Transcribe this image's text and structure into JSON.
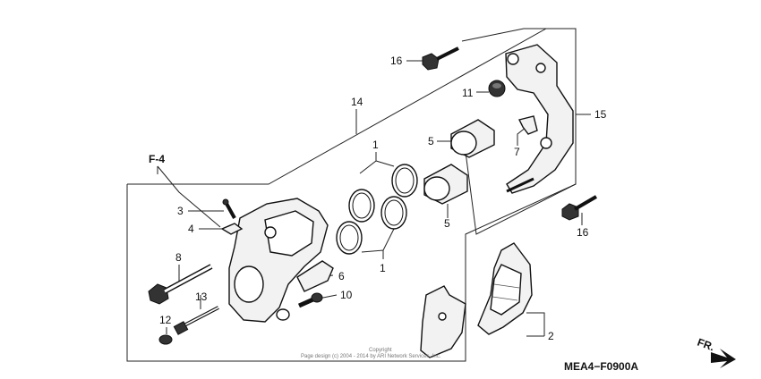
{
  "callouts": {
    "c1a": "1",
    "c1b": "1",
    "c2": "2",
    "c3": "3",
    "c4": "4",
    "c5a": "5",
    "c5b": "5",
    "c6": "6",
    "c7": "7",
    "c8": "8",
    "c10": "10",
    "c11": "11",
    "c12": "12",
    "c13": "13",
    "c14": "14",
    "c15": "15",
    "c16a": "16",
    "c16b": "16",
    "f4": "F-4"
  },
  "diagram_code": "MEA4−F0900A",
  "direction_label": "FR.",
  "copyright": {
    "line1": "Copyright",
    "line2": "Page design (c) 2004 - 2014 by ARI Network Services, Inc."
  }
}
